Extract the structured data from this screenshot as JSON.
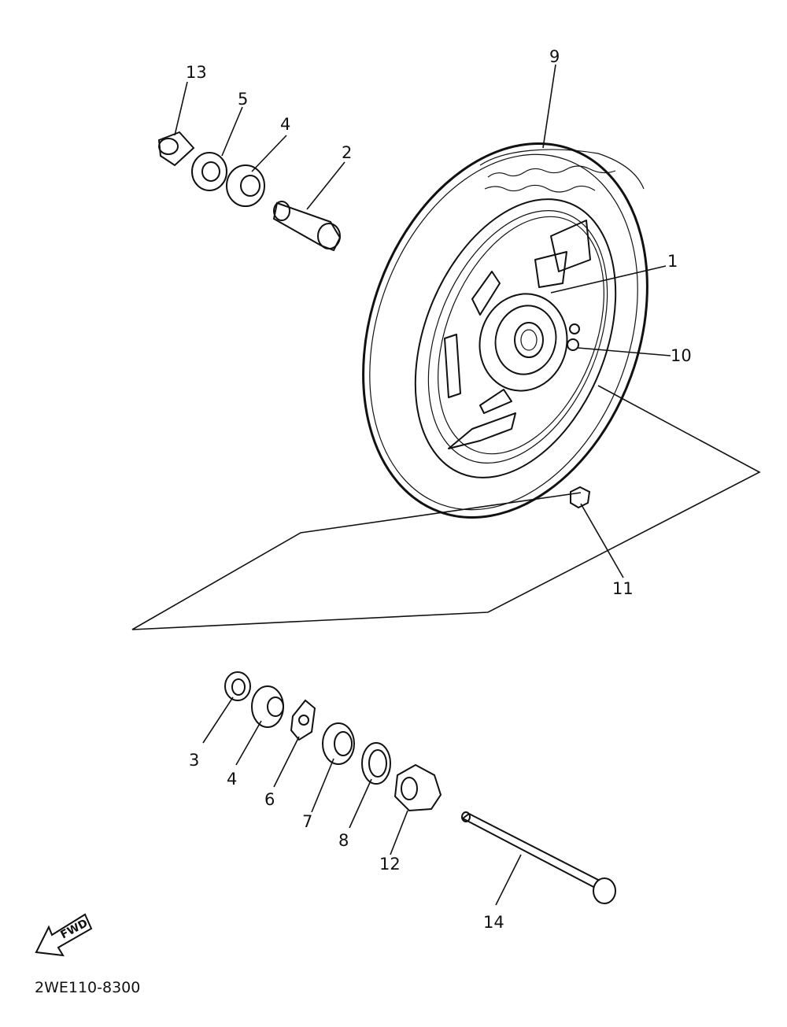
{
  "diagram": {
    "part_code": "2WE110-8300",
    "fwd_label": "FWD",
    "callouts": [
      {
        "id": "9",
        "text": "9"
      },
      {
        "id": "13",
        "text": "13"
      },
      {
        "id": "5",
        "text": "5"
      },
      {
        "id": "4a",
        "text": "4"
      },
      {
        "id": "2",
        "text": "2"
      },
      {
        "id": "1",
        "text": "1"
      },
      {
        "id": "10",
        "text": "10"
      },
      {
        "id": "11",
        "text": "11"
      },
      {
        "id": "3",
        "text": "3"
      },
      {
        "id": "4b",
        "text": "4"
      },
      {
        "id": "6",
        "text": "6"
      },
      {
        "id": "7",
        "text": "7"
      },
      {
        "id": "8",
        "text": "8"
      },
      {
        "id": "12",
        "text": "12"
      },
      {
        "id": "14",
        "text": "14"
      }
    ]
  }
}
